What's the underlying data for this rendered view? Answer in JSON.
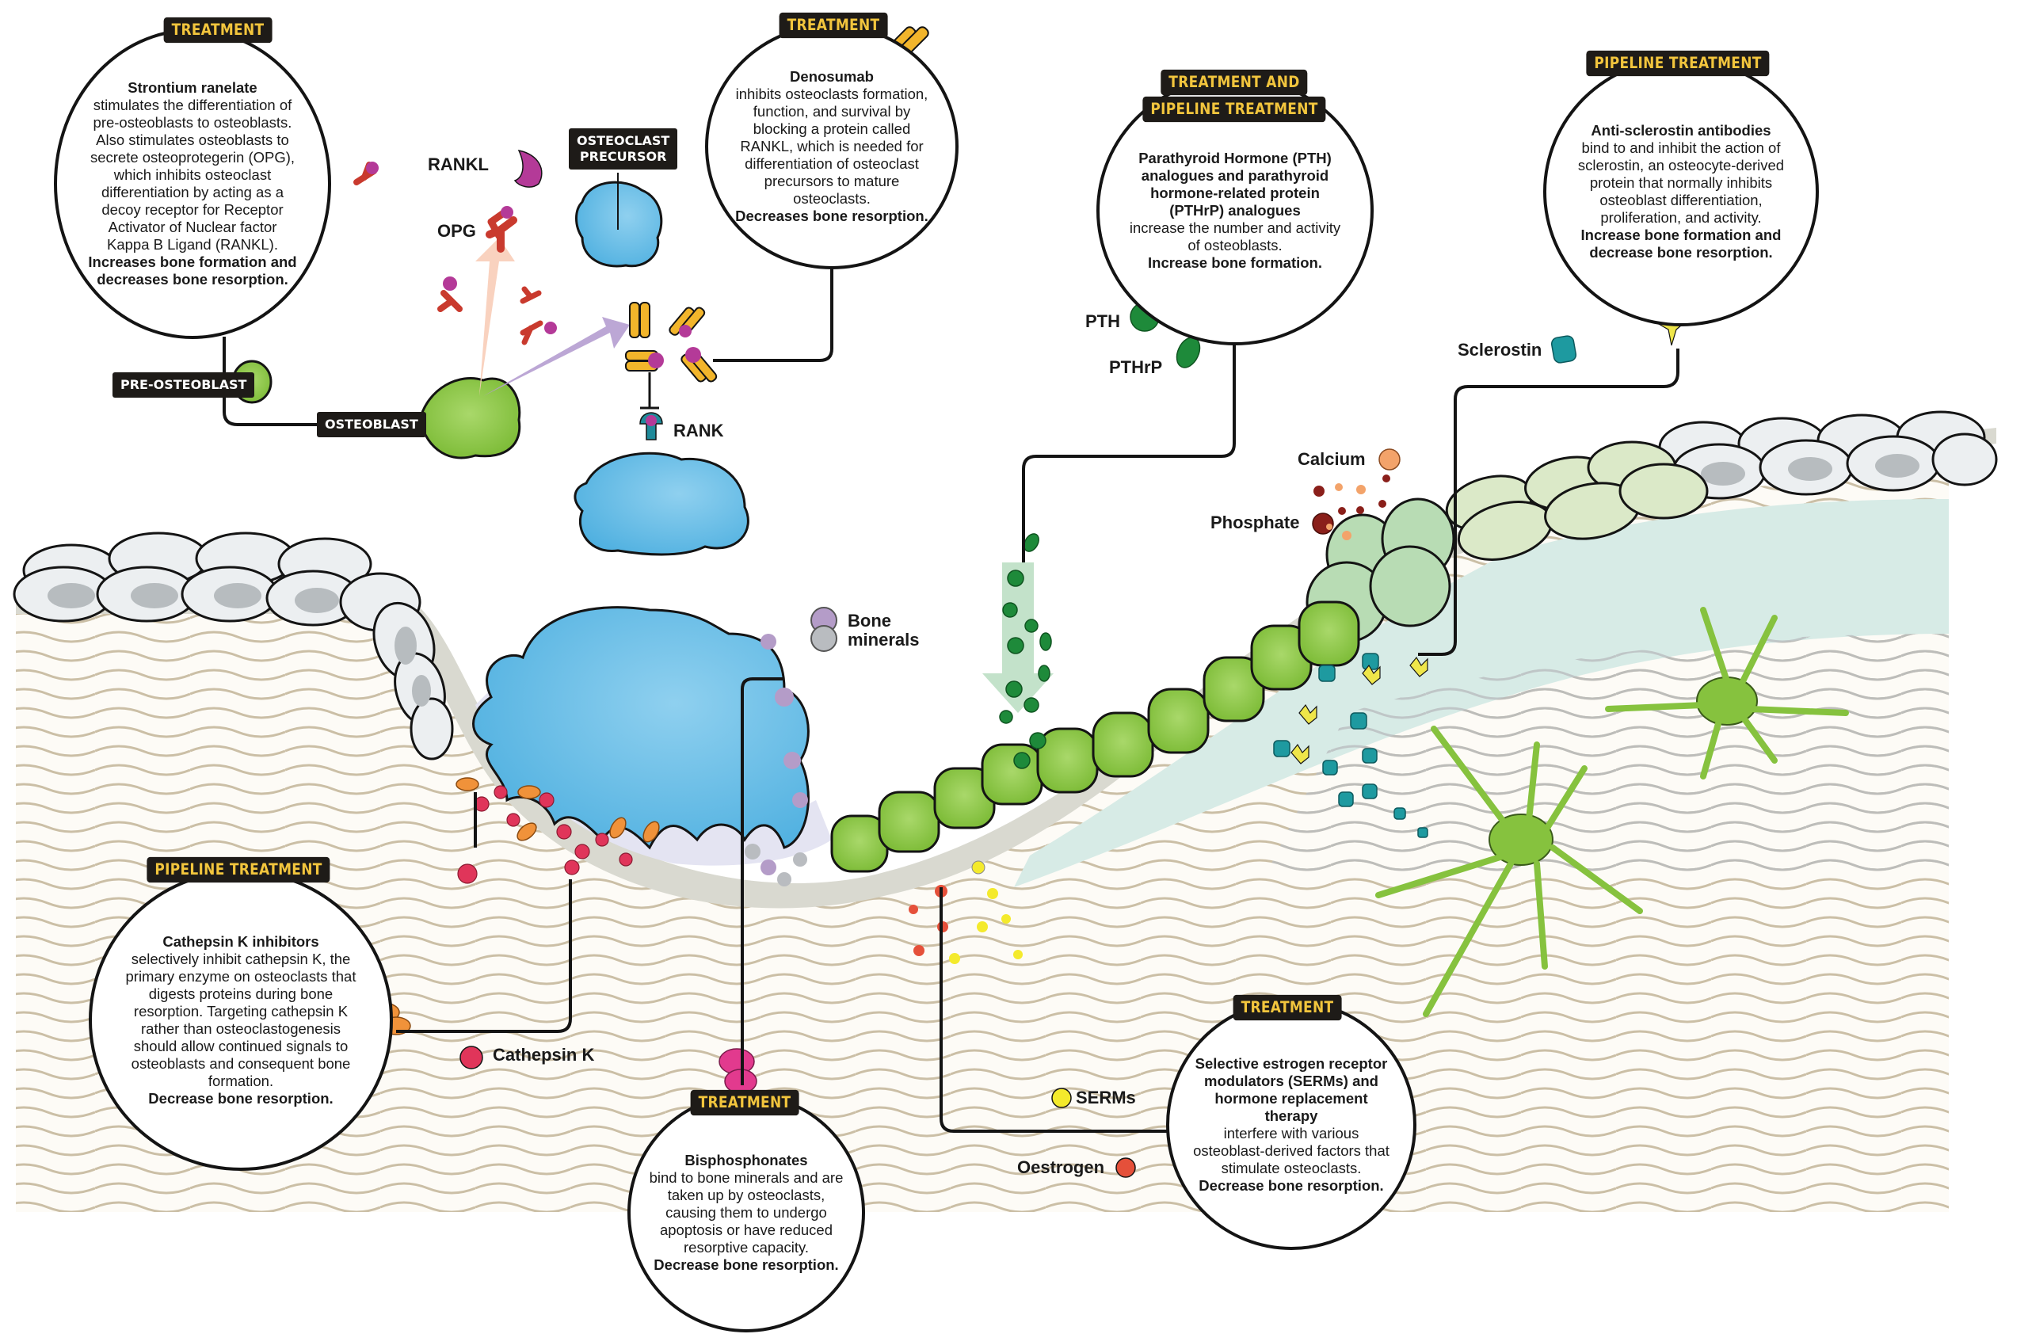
{
  "colors": {
    "tag_bg": "#1e1b18",
    "tag_text": "#f2c53d",
    "osteoclast_blue": "#5bb8e4",
    "osteoblast_green": "#86c23e",
    "lining_cell_white": "#e9ecee",
    "opg_red": "#c93a2e",
    "rankl_magenta": "#b43a98",
    "denosumab_gold": "#f2b52b",
    "pth_green": "#1e8a3a",
    "sclerostin_teal": "#1e9aa0",
    "antibody_yellow": "#efe64a",
    "calcium_orange": "#f3a36a",
    "phosphate_darkred": "#8a1f1a",
    "cathepsin_pink": "#e0355a",
    "serm_yellow": "#f4ea2c",
    "oestrogen_red": "#e5503a",
    "bone_mineral_purple": "#b49cc8",
    "bone_mineral_grey": "#b9bcc0"
  },
  "treatments": [
    {
      "id": "strontium",
      "tag": "TREATMENT",
      "title": "Strontium ranelate",
      "desc": "stimulates the differentiation of pre-osteoblasts to osteoblasts. Also stimulates osteoblasts to secrete osteoprotegerin (OPG), which inhibits osteoclast differentiation by acting as a decoy receptor for Receptor Activator of Nuclear factor Kappa B Ligand (RANKL).",
      "conclusion": "Increases bone formation and decreases bone resorption."
    },
    {
      "id": "denosumab",
      "tag": "TREATMENT",
      "title": "Denosumab",
      "desc": "inhibits osteoclasts formation, function, and survival by blocking a protein called RANKL, which is needed for differentiation of osteoclast precursors to mature osteoclasts.",
      "conclusion": "Decreases bone resorption."
    },
    {
      "id": "pth",
      "tag": "TREATMENT AND",
      "tag2": "PIPELINE TREATMENT",
      "title": "Parathyroid Hormone (PTH) analogues and parathyroid hormone-related protein (PTHrP) analogues",
      "desc": "increase the number and activity of osteoblasts.",
      "conclusion": "Increase bone formation."
    },
    {
      "id": "antisclerostin",
      "tag": "PIPELINE TREATMENT",
      "title": "Anti-sclerostin antibodies",
      "desc": "bind to and inhibit the action of sclerostin, an osteocyte-derived protein that normally inhibits osteoblast differentiation, proliferation, and activity.",
      "conclusion": "Increase bone formation and decrease bone resorption."
    },
    {
      "id": "cathepsin",
      "tag": "PIPELINE TREATMENT",
      "title": "Cathepsin K inhibitors",
      "desc": "selectively inhibit cathepsin K, the primary enzyme on osteoclasts that digests proteins during bone resorption. Targeting cathepsin K rather than osteoclastogenesis should allow continued signals to osteoblasts and consequent bone formation.",
      "conclusion": "Decrease bone resorption."
    },
    {
      "id": "bisphosphonates",
      "tag": "TREATMENT",
      "title": "Bisphosphonates",
      "desc": "bind to bone minerals and are taken up by osteoclasts, causing them to undergo apoptosis or have reduced resorptive capacity.",
      "conclusion": "Decrease bone resorption."
    },
    {
      "id": "serms",
      "tag": "TREATMENT",
      "title": "Selective estrogen receptor modulators (SERMs) and hormone replacement therapy",
      "desc": "interfere with various osteoblast-derived factors that stimulate osteoclasts.",
      "conclusion": "Decrease bone resorption."
    }
  ],
  "cell_labels": {
    "pre_osteoblast": "PRE-OSTEOBLAST",
    "osteoblast": "OSTEOBLAST",
    "osteoclast_precursor_line1": "OSTEOCLAST",
    "osteoclast_precursor_line2": "PRECURSOR"
  },
  "molecule_labels": {
    "rankl": "RANKL",
    "opg": "OPG",
    "rank": "RANK",
    "pth": "PTH",
    "pthrp": "PTHrP",
    "sclerostin": "Sclerostin",
    "calcium": "Calcium",
    "phosphate": "Phosphate",
    "bone_minerals_line1": "Bone",
    "bone_minerals_line2": "minerals",
    "cathepsin_k": "Cathepsin K",
    "serms": "SERMs",
    "oestrogen": "Oestrogen"
  }
}
